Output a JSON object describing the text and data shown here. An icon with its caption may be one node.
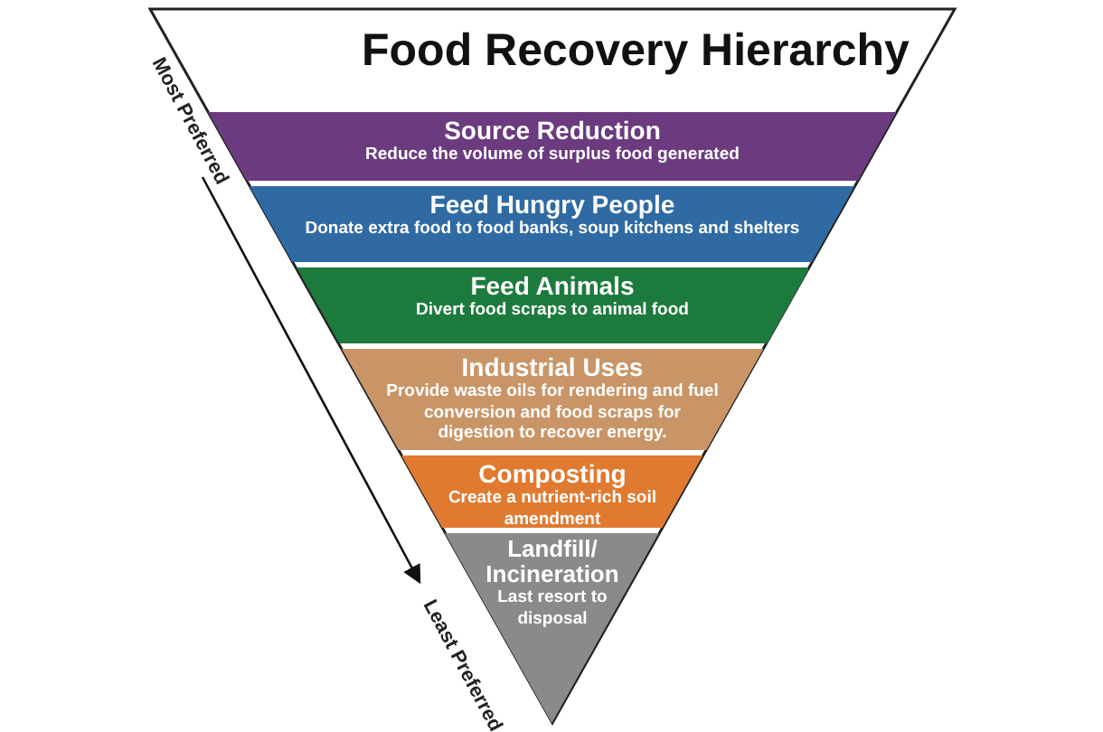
{
  "diagram": {
    "title": "Food Recovery Hierarchy",
    "nodes": [
      {
        "text": [
          "Source Reduction",
          "Reduce the volume of surplus food generated"
        ]
      },
      {
        "text": [
          "Feed Hungry People",
          "Donate extra food to food banks, soup kitchens and shelters"
        ]
      },
      {
        "text": [
          "Feed Animals",
          "Divert food scraps to animal food"
        ]
      },
      {
        "text": [
          "Industrial Uses",
          "Provide waste oils for rendering and fuel conversion and food scraps for digestion to recover energy."
        ]
      },
      {
        "text": [
          "Composting",
          "Create a nutrient-rich soil amendment"
        ]
      },
      {
        "text": [
          "Landfill/ Incineration",
          "Last resort to disposal"
        ]
      }
    ],
    "labels": [
      "Most Preferred",
      "Least Preferred"
    ]
  }
}
